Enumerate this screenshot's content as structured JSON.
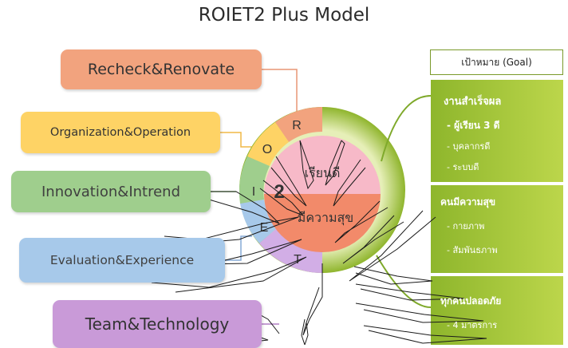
{
  "title": "ROIET2 Plus Model",
  "boxes": {
    "recheck": "Recheck&Renovate",
    "organization": "Organization&Operation",
    "innovation": "Innovation&Intrend",
    "evaluation": "Evaluation&Experience",
    "team": "Team&Technology"
  },
  "wheel": {
    "letters": {
      "r": "R",
      "o": "O",
      "i": "I",
      "e": "E",
      "t": "T"
    },
    "number": "2",
    "upper": "เรียนดี",
    "lower": "มีความสุข"
  },
  "goal": "เป้าหมาย (Goal)",
  "panels": {
    "p1": {
      "head": "งานสำเร็จผล",
      "items": [
        "- ผู้เรียน 3 ดี",
        "- บุคลากรดี",
        "- ระบบดี"
      ]
    },
    "p2": {
      "head": "คนมีความสุข",
      "items": [
        "- กายภาพ",
        "- สัมพันธภาพ"
      ]
    },
    "p3": {
      "head": "ทุกคนปลอดภัย",
      "items": [
        "- 4 มาตรการ"
      ]
    }
  },
  "colors": {
    "recheck": "#f2a37e",
    "organization": "#fed365",
    "innovation": "#9fce8d",
    "evaluation": "#a7c9ea",
    "team": "#c99ad8",
    "inner_upper": "#f7b9c8",
    "inner_lower": "#f28a6a",
    "ring": "#a6c93a"
  }
}
